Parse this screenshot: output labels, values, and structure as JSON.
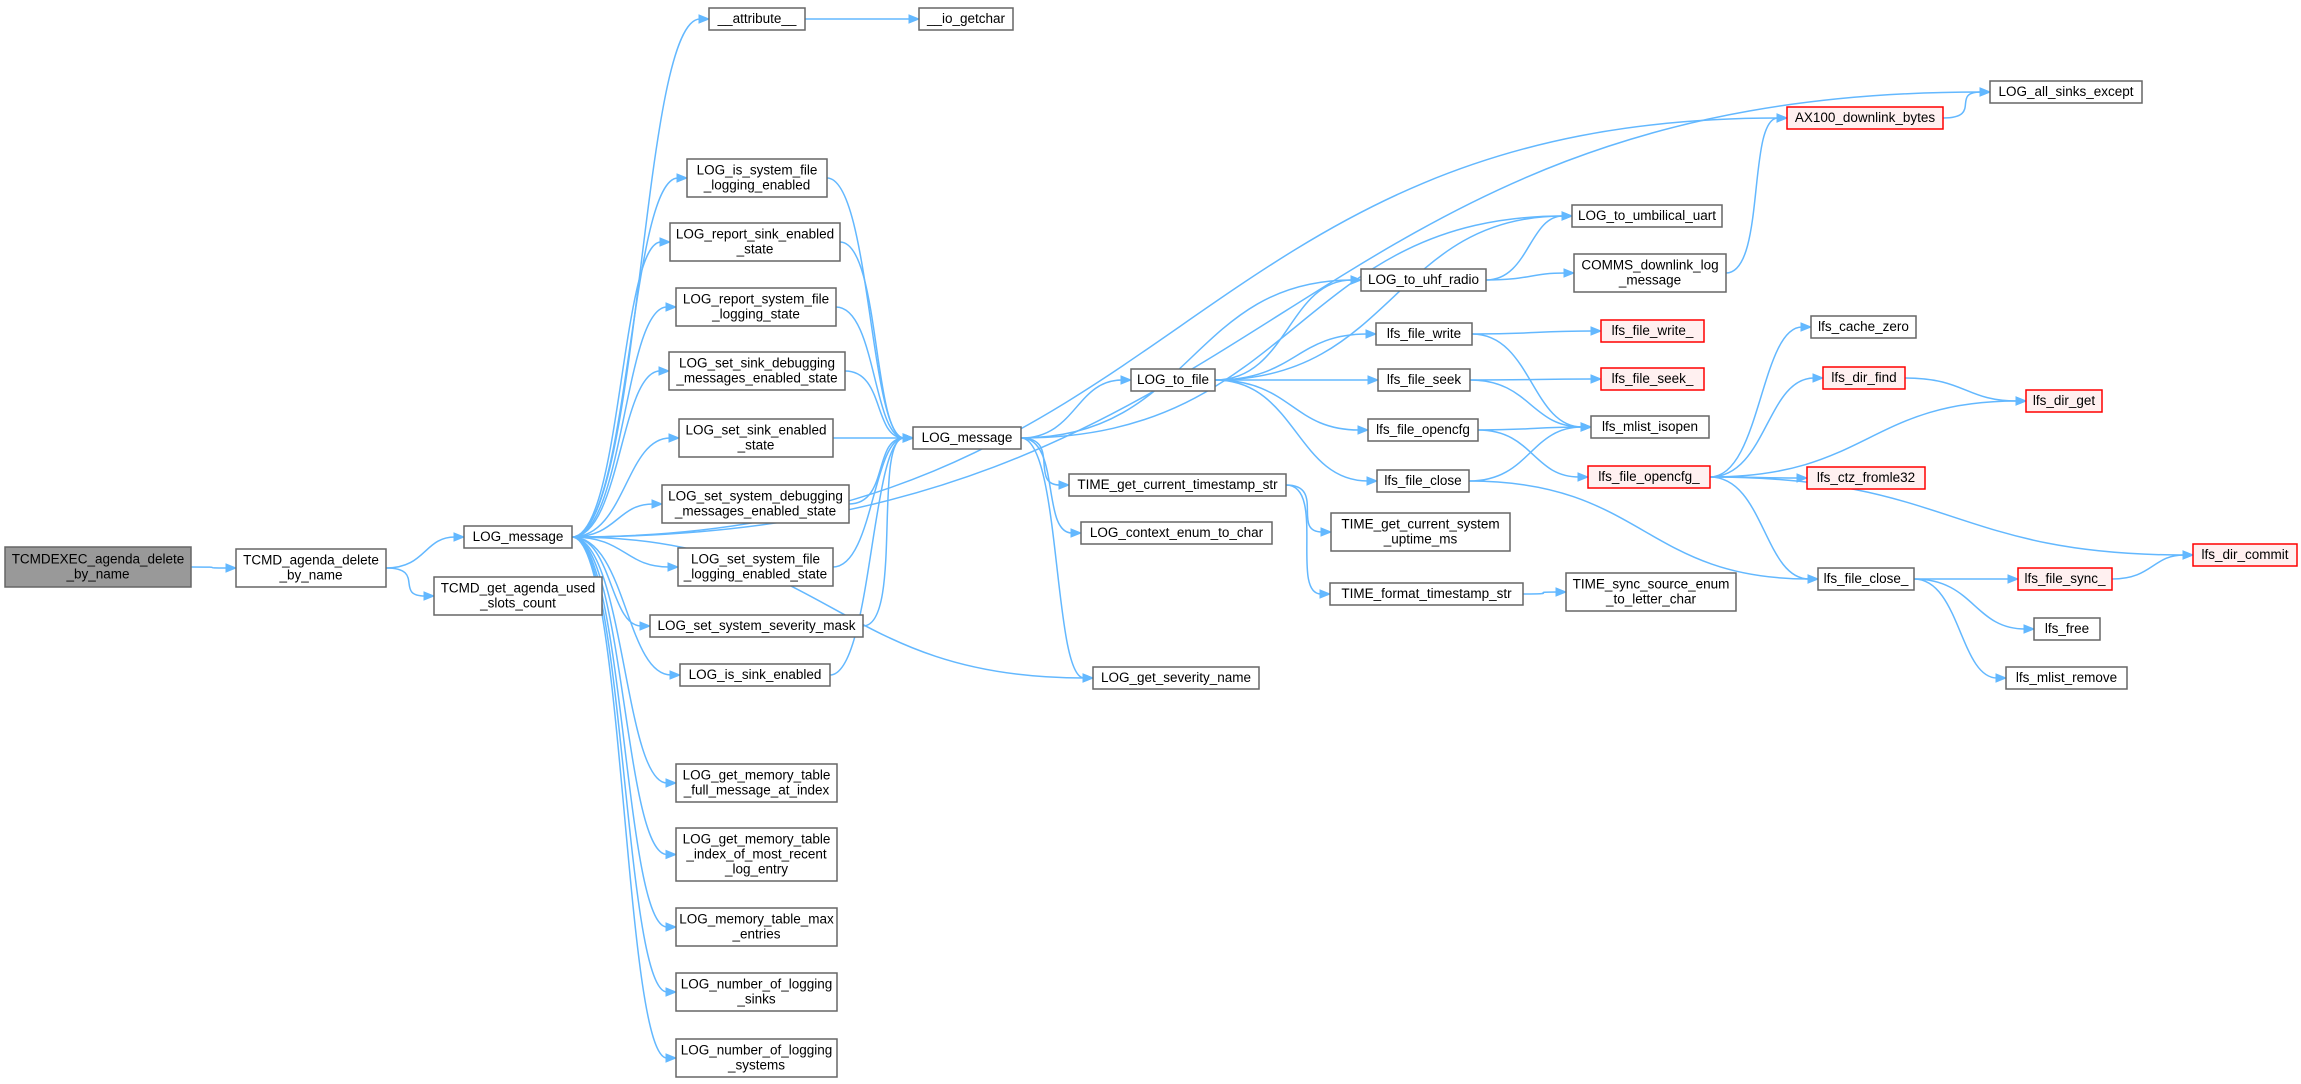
{
  "colors": {
    "edge": "#63b8ff",
    "node_border": "#666666",
    "root_fill": "#999999",
    "truncated_border": "#ff0000",
    "truncated_fill": "#fff0f0"
  },
  "nodes": [
    {
      "id": "tcmdexec",
      "lines": [
        "TCMDEXEC_agenda_delete",
        "_by_name"
      ],
      "kind": "root"
    },
    {
      "id": "tcmd_del",
      "lines": [
        "TCMD_agenda_delete",
        "_by_name"
      ],
      "kind": "normal"
    },
    {
      "id": "tcmd_used",
      "lines": [
        "TCMD_get_agenda_used",
        "_slots_count"
      ],
      "kind": "normal"
    },
    {
      "id": "log_msg1",
      "lines": [
        "LOG_message"
      ],
      "kind": "normal"
    },
    {
      "id": "attribute",
      "lines": [
        "__attribute__"
      ],
      "kind": "normal"
    },
    {
      "id": "io_getchar",
      "lines": [
        "__io_getchar"
      ],
      "kind": "normal"
    },
    {
      "id": "log_all_sinks",
      "lines": [
        "LOG_all_sinks_except"
      ],
      "kind": "normal"
    },
    {
      "id": "ax100",
      "lines": [
        "AX100_downlink_bytes"
      ],
      "kind": "truncated"
    },
    {
      "id": "log_is_sys",
      "lines": [
        "LOG_is_system_file",
        "_logging_enabled"
      ],
      "kind": "normal"
    },
    {
      "id": "log_rep_sink",
      "lines": [
        "LOG_report_sink_enabled",
        "_state"
      ],
      "kind": "normal"
    },
    {
      "id": "log_rep_sys",
      "lines": [
        "LOG_report_system_file",
        "_logging_state"
      ],
      "kind": "normal"
    },
    {
      "id": "log_set_sink_dbg",
      "lines": [
        "LOG_set_sink_debugging",
        "_messages_enabled_state"
      ],
      "kind": "normal"
    },
    {
      "id": "log_set_sink_en",
      "lines": [
        "LOG_set_sink_enabled",
        "_state"
      ],
      "kind": "normal"
    },
    {
      "id": "log_set_sys_dbg",
      "lines": [
        "LOG_set_system_debugging",
        "_messages_enabled_state"
      ],
      "kind": "normal"
    },
    {
      "id": "log_set_sys_file",
      "lines": [
        "LOG_set_system_file",
        "_logging_enabled_state"
      ],
      "kind": "normal"
    },
    {
      "id": "log_set_sev",
      "lines": [
        "LOG_set_system_severity_mask"
      ],
      "kind": "normal"
    },
    {
      "id": "log_is_sink",
      "lines": [
        "LOG_is_sink_enabled"
      ],
      "kind": "normal"
    },
    {
      "id": "log_full_msg",
      "lines": [
        "LOG_get_memory_table",
        "_full_message_at_index"
      ],
      "kind": "normal"
    },
    {
      "id": "log_idx_recent",
      "lines": [
        "LOG_get_memory_table",
        "_index_of_most_recent",
        "_log_entry"
      ],
      "kind": "normal"
    },
    {
      "id": "log_max_entries",
      "lines": [
        "LOG_memory_table_max",
        "_entries"
      ],
      "kind": "normal"
    },
    {
      "id": "log_num_sinks",
      "lines": [
        "LOG_number_of_logging",
        "_sinks"
      ],
      "kind": "normal"
    },
    {
      "id": "log_num_sys",
      "lines": [
        "LOG_number_of_logging",
        "_systems"
      ],
      "kind": "normal"
    },
    {
      "id": "log_msg2",
      "lines": [
        "LOG_message"
      ],
      "kind": "normal"
    },
    {
      "id": "log_to_file",
      "lines": [
        "LOG_to_file"
      ],
      "kind": "normal"
    },
    {
      "id": "time_cur_ts",
      "lines": [
        "TIME_get_current_timestamp_str"
      ],
      "kind": "normal"
    },
    {
      "id": "log_ctx",
      "lines": [
        "LOG_context_enum_to_char"
      ],
      "kind": "normal"
    },
    {
      "id": "log_sev_name",
      "lines": [
        "LOG_get_severity_name"
      ],
      "kind": "normal"
    },
    {
      "id": "log_uart",
      "lines": [
        "LOG_to_umbilical_uart"
      ],
      "kind": "normal"
    },
    {
      "id": "log_uhf",
      "lines": [
        "LOG_to_uhf_radio"
      ],
      "kind": "normal"
    },
    {
      "id": "comms_dl",
      "lines": [
        "COMMS_downlink_log",
        "_message"
      ],
      "kind": "normal"
    },
    {
      "id": "lfs_file_write",
      "lines": [
        "lfs_file_write"
      ],
      "kind": "normal"
    },
    {
      "id": "lfs_file_write_",
      "lines": [
        "lfs_file_write_"
      ],
      "kind": "truncated"
    },
    {
      "id": "lfs_file_seek",
      "lines": [
        "lfs_file_seek"
      ],
      "kind": "normal"
    },
    {
      "id": "lfs_file_seek_",
      "lines": [
        "lfs_file_seek_"
      ],
      "kind": "truncated"
    },
    {
      "id": "lfs_file_opencfg",
      "lines": [
        "lfs_file_opencfg"
      ],
      "kind": "normal"
    },
    {
      "id": "lfs_mlist_isopen",
      "lines": [
        "lfs_mlist_isopen"
      ],
      "kind": "normal"
    },
    {
      "id": "lfs_file_close",
      "lines": [
        "lfs_file_close"
      ],
      "kind": "normal"
    },
    {
      "id": "lfs_file_opencfg_",
      "lines": [
        "lfs_file_opencfg_"
      ],
      "kind": "truncated"
    },
    {
      "id": "time_uptime",
      "lines": [
        "TIME_get_current_system",
        "_uptime_ms"
      ],
      "kind": "normal"
    },
    {
      "id": "time_fmt",
      "lines": [
        "TIME_format_timestamp_str"
      ],
      "kind": "normal"
    },
    {
      "id": "time_sync",
      "lines": [
        "TIME_sync_source_enum",
        "_to_letter_char"
      ],
      "kind": "normal"
    },
    {
      "id": "lfs_cache_zero",
      "lines": [
        "lfs_cache_zero"
      ],
      "kind": "normal"
    },
    {
      "id": "lfs_dir_find",
      "lines": [
        "lfs_dir_find"
      ],
      "kind": "truncated"
    },
    {
      "id": "lfs_dir_get",
      "lines": [
        "lfs_dir_get"
      ],
      "kind": "truncated"
    },
    {
      "id": "lfs_ctz",
      "lines": [
        "lfs_ctz_fromle32"
      ],
      "kind": "truncated"
    },
    {
      "id": "lfs_file_close_",
      "lines": [
        "lfs_file_close_"
      ],
      "kind": "normal"
    },
    {
      "id": "lfs_file_sync_",
      "lines": [
        "lfs_file_sync_"
      ],
      "kind": "truncated"
    },
    {
      "id": "lfs_dir_commit",
      "lines": [
        "lfs_dir_commit"
      ],
      "kind": "truncated"
    },
    {
      "id": "lfs_free",
      "lines": [
        "lfs_free"
      ],
      "kind": "normal"
    },
    {
      "id": "lfs_mlist_remove",
      "lines": [
        "lfs_mlist_remove"
      ],
      "kind": "normal"
    }
  ],
  "edges": [
    [
      "tcmdexec",
      "tcmd_del"
    ],
    [
      "tcmd_del",
      "log_msg1"
    ],
    [
      "tcmd_del",
      "tcmd_used"
    ],
    [
      "log_msg1",
      "attribute"
    ],
    [
      "log_msg1",
      "log_all_sinks"
    ],
    [
      "log_msg1",
      "ax100"
    ],
    [
      "log_msg1",
      "log_is_sys"
    ],
    [
      "log_msg1",
      "log_rep_sink"
    ],
    [
      "log_msg1",
      "log_rep_sys"
    ],
    [
      "log_msg1",
      "log_set_sink_dbg"
    ],
    [
      "log_msg1",
      "log_set_sink_en"
    ],
    [
      "log_msg1",
      "log_set_sys_dbg"
    ],
    [
      "log_msg1",
      "log_set_sys_file"
    ],
    [
      "log_msg1",
      "log_set_sev"
    ],
    [
      "log_msg1",
      "log_is_sink"
    ],
    [
      "log_msg1",
      "log_sev_name"
    ],
    [
      "log_msg1",
      "log_full_msg"
    ],
    [
      "log_msg1",
      "log_idx_recent"
    ],
    [
      "log_msg1",
      "log_max_entries"
    ],
    [
      "log_msg1",
      "log_num_sinks"
    ],
    [
      "log_msg1",
      "log_num_sys"
    ],
    [
      "attribute",
      "io_getchar"
    ],
    [
      "ax100",
      "log_all_sinks"
    ],
    [
      "log_is_sys",
      "log_msg2"
    ],
    [
      "log_rep_sink",
      "log_msg2"
    ],
    [
      "log_rep_sys",
      "log_msg2"
    ],
    [
      "log_set_sink_dbg",
      "log_msg2"
    ],
    [
      "log_set_sink_en",
      "log_msg2"
    ],
    [
      "log_set_sys_dbg",
      "log_msg2"
    ],
    [
      "log_set_sys_file",
      "log_msg2"
    ],
    [
      "log_set_sev",
      "log_msg2"
    ],
    [
      "log_is_sink",
      "log_msg2"
    ],
    [
      "log_msg2",
      "log_to_file"
    ],
    [
      "log_msg2",
      "log_uart"
    ],
    [
      "log_msg2",
      "log_uhf"
    ],
    [
      "log_msg2",
      "time_cur_ts"
    ],
    [
      "log_msg2",
      "log_ctx"
    ],
    [
      "log_msg2",
      "log_sev_name"
    ],
    [
      "log_to_file",
      "log_uart"
    ],
    [
      "log_to_file",
      "log_uhf"
    ],
    [
      "log_to_file",
      "lfs_file_write"
    ],
    [
      "log_to_file",
      "lfs_file_seek"
    ],
    [
      "log_to_file",
      "lfs_file_opencfg"
    ],
    [
      "log_to_file",
      "lfs_file_close"
    ],
    [
      "log_uhf",
      "log_uart"
    ],
    [
      "log_uhf",
      "comms_dl"
    ],
    [
      "comms_dl",
      "ax100"
    ],
    [
      "lfs_file_write",
      "lfs_file_write_"
    ],
    [
      "lfs_file_write",
      "lfs_mlist_isopen"
    ],
    [
      "lfs_file_seek",
      "lfs_file_seek_"
    ],
    [
      "lfs_file_seek",
      "lfs_mlist_isopen"
    ],
    [
      "lfs_file_opencfg",
      "lfs_mlist_isopen"
    ],
    [
      "lfs_file_opencfg",
      "lfs_file_opencfg_"
    ],
    [
      "lfs_file_close",
      "lfs_mlist_isopen"
    ],
    [
      "lfs_file_close",
      "lfs_file_close_"
    ],
    [
      "time_cur_ts",
      "time_uptime"
    ],
    [
      "time_cur_ts",
      "time_fmt"
    ],
    [
      "time_fmt",
      "time_sync"
    ],
    [
      "lfs_file_opencfg_",
      "lfs_cache_zero"
    ],
    [
      "lfs_file_opencfg_",
      "lfs_dir_find"
    ],
    [
      "lfs_file_opencfg_",
      "lfs_dir_get"
    ],
    [
      "lfs_file_opencfg_",
      "lfs_ctz"
    ],
    [
      "lfs_file_opencfg_",
      "lfs_dir_commit"
    ],
    [
      "lfs_file_opencfg_",
      "lfs_file_close_"
    ],
    [
      "lfs_dir_find",
      "lfs_dir_get"
    ],
    [
      "lfs_file_close_",
      "lfs_file_sync_"
    ],
    [
      "lfs_file_close_",
      "lfs_free"
    ],
    [
      "lfs_file_close_",
      "lfs_mlist_remove"
    ],
    [
      "lfs_file_sync_",
      "lfs_dir_commit"
    ]
  ]
}
